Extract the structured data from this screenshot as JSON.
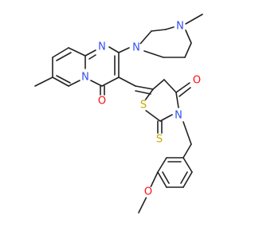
{
  "colors": {
    "bond": "#222222",
    "N": "#3050F8",
    "O": "#FF0D0D",
    "S": "#C6A800",
    "background": "#FFFFFF"
  },
  "atom_labels": {
    "N1": "N",
    "N2": "N",
    "N3": "N",
    "N4": "N",
    "N5": "N",
    "O1": "O",
    "O2": "O",
    "O3": "O",
    "S1": "S",
    "S2": "S"
  }
}
